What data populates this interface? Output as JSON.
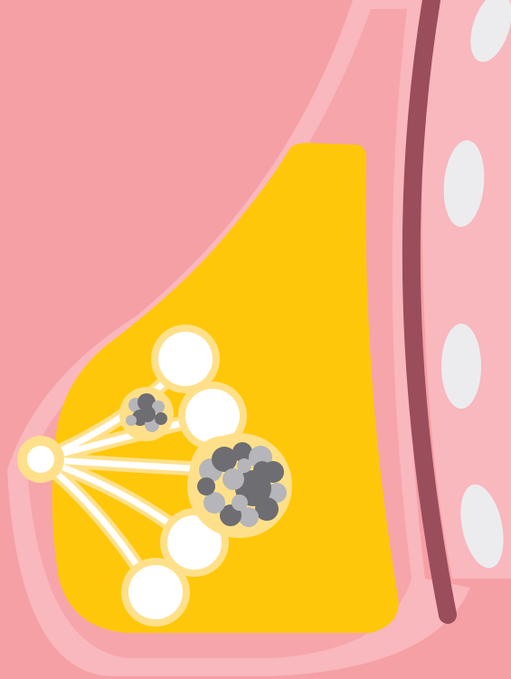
{
  "diagram": {
    "colors": {
      "background": "#f5a0a5",
      "skin_band": "#f8b8bd",
      "breast_outer": "#f6a5ab",
      "rib_wall": "#f8b8bd",
      "muscle": "#9a4d5b",
      "fat_tissue": "#ffc70a",
      "lobule": "#ffffff",
      "lobule_glow": "#ffe08a",
      "rib": "#ececee",
      "tumor_dark": "#6d6d72",
      "tumor_light": "#b5b5ba"
    },
    "icons": [
      "rib",
      "muscle-wall",
      "fatty-tissue",
      "milk-lobule",
      "milk-duct",
      "nipple",
      "tumor-cluster"
    ]
  }
}
